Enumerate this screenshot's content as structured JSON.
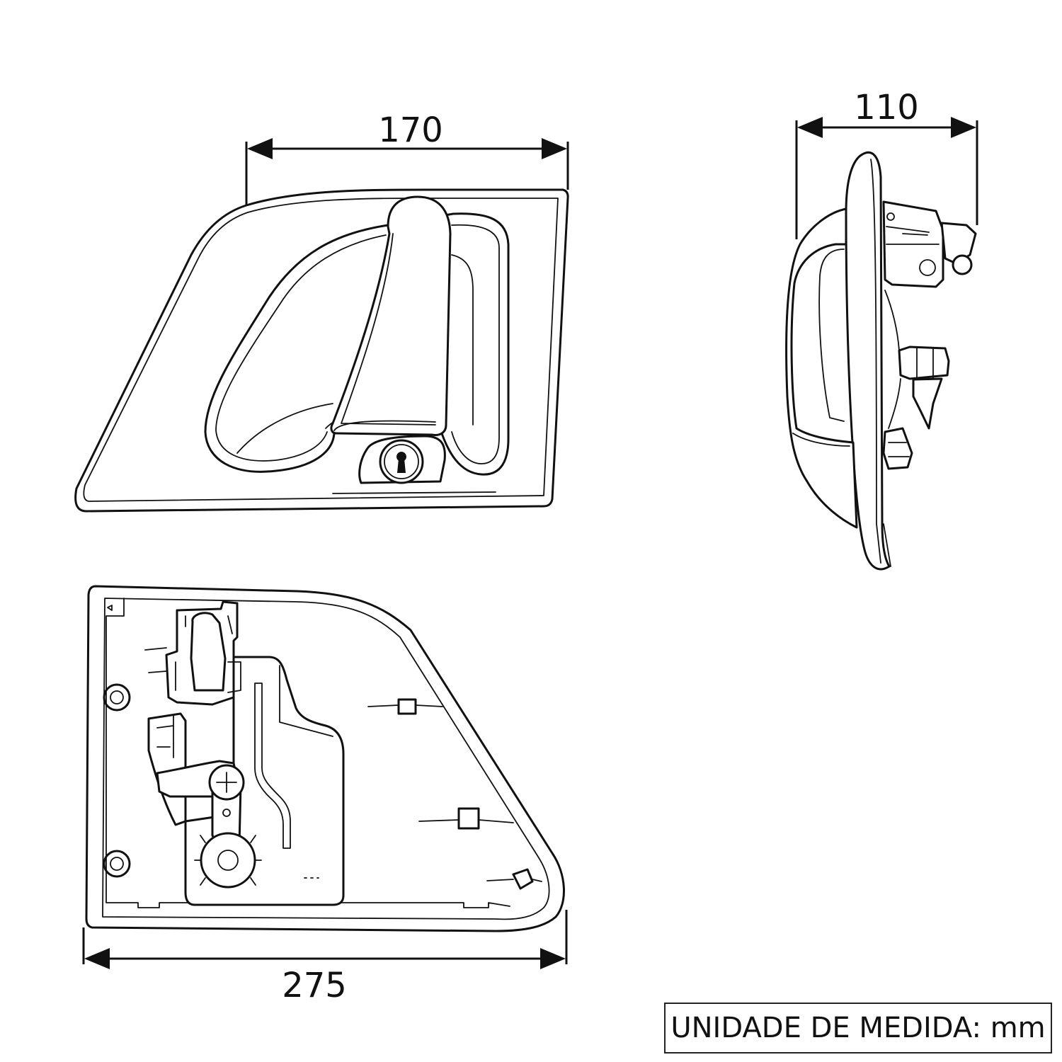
{
  "dimensions": {
    "front_width": "170",
    "side_width": "110",
    "back_width": "275"
  },
  "unit_label": "UNIDADE DE MEDIDA: mm",
  "icons": [
    "keyhole-icon",
    "cross-screw-icon"
  ]
}
